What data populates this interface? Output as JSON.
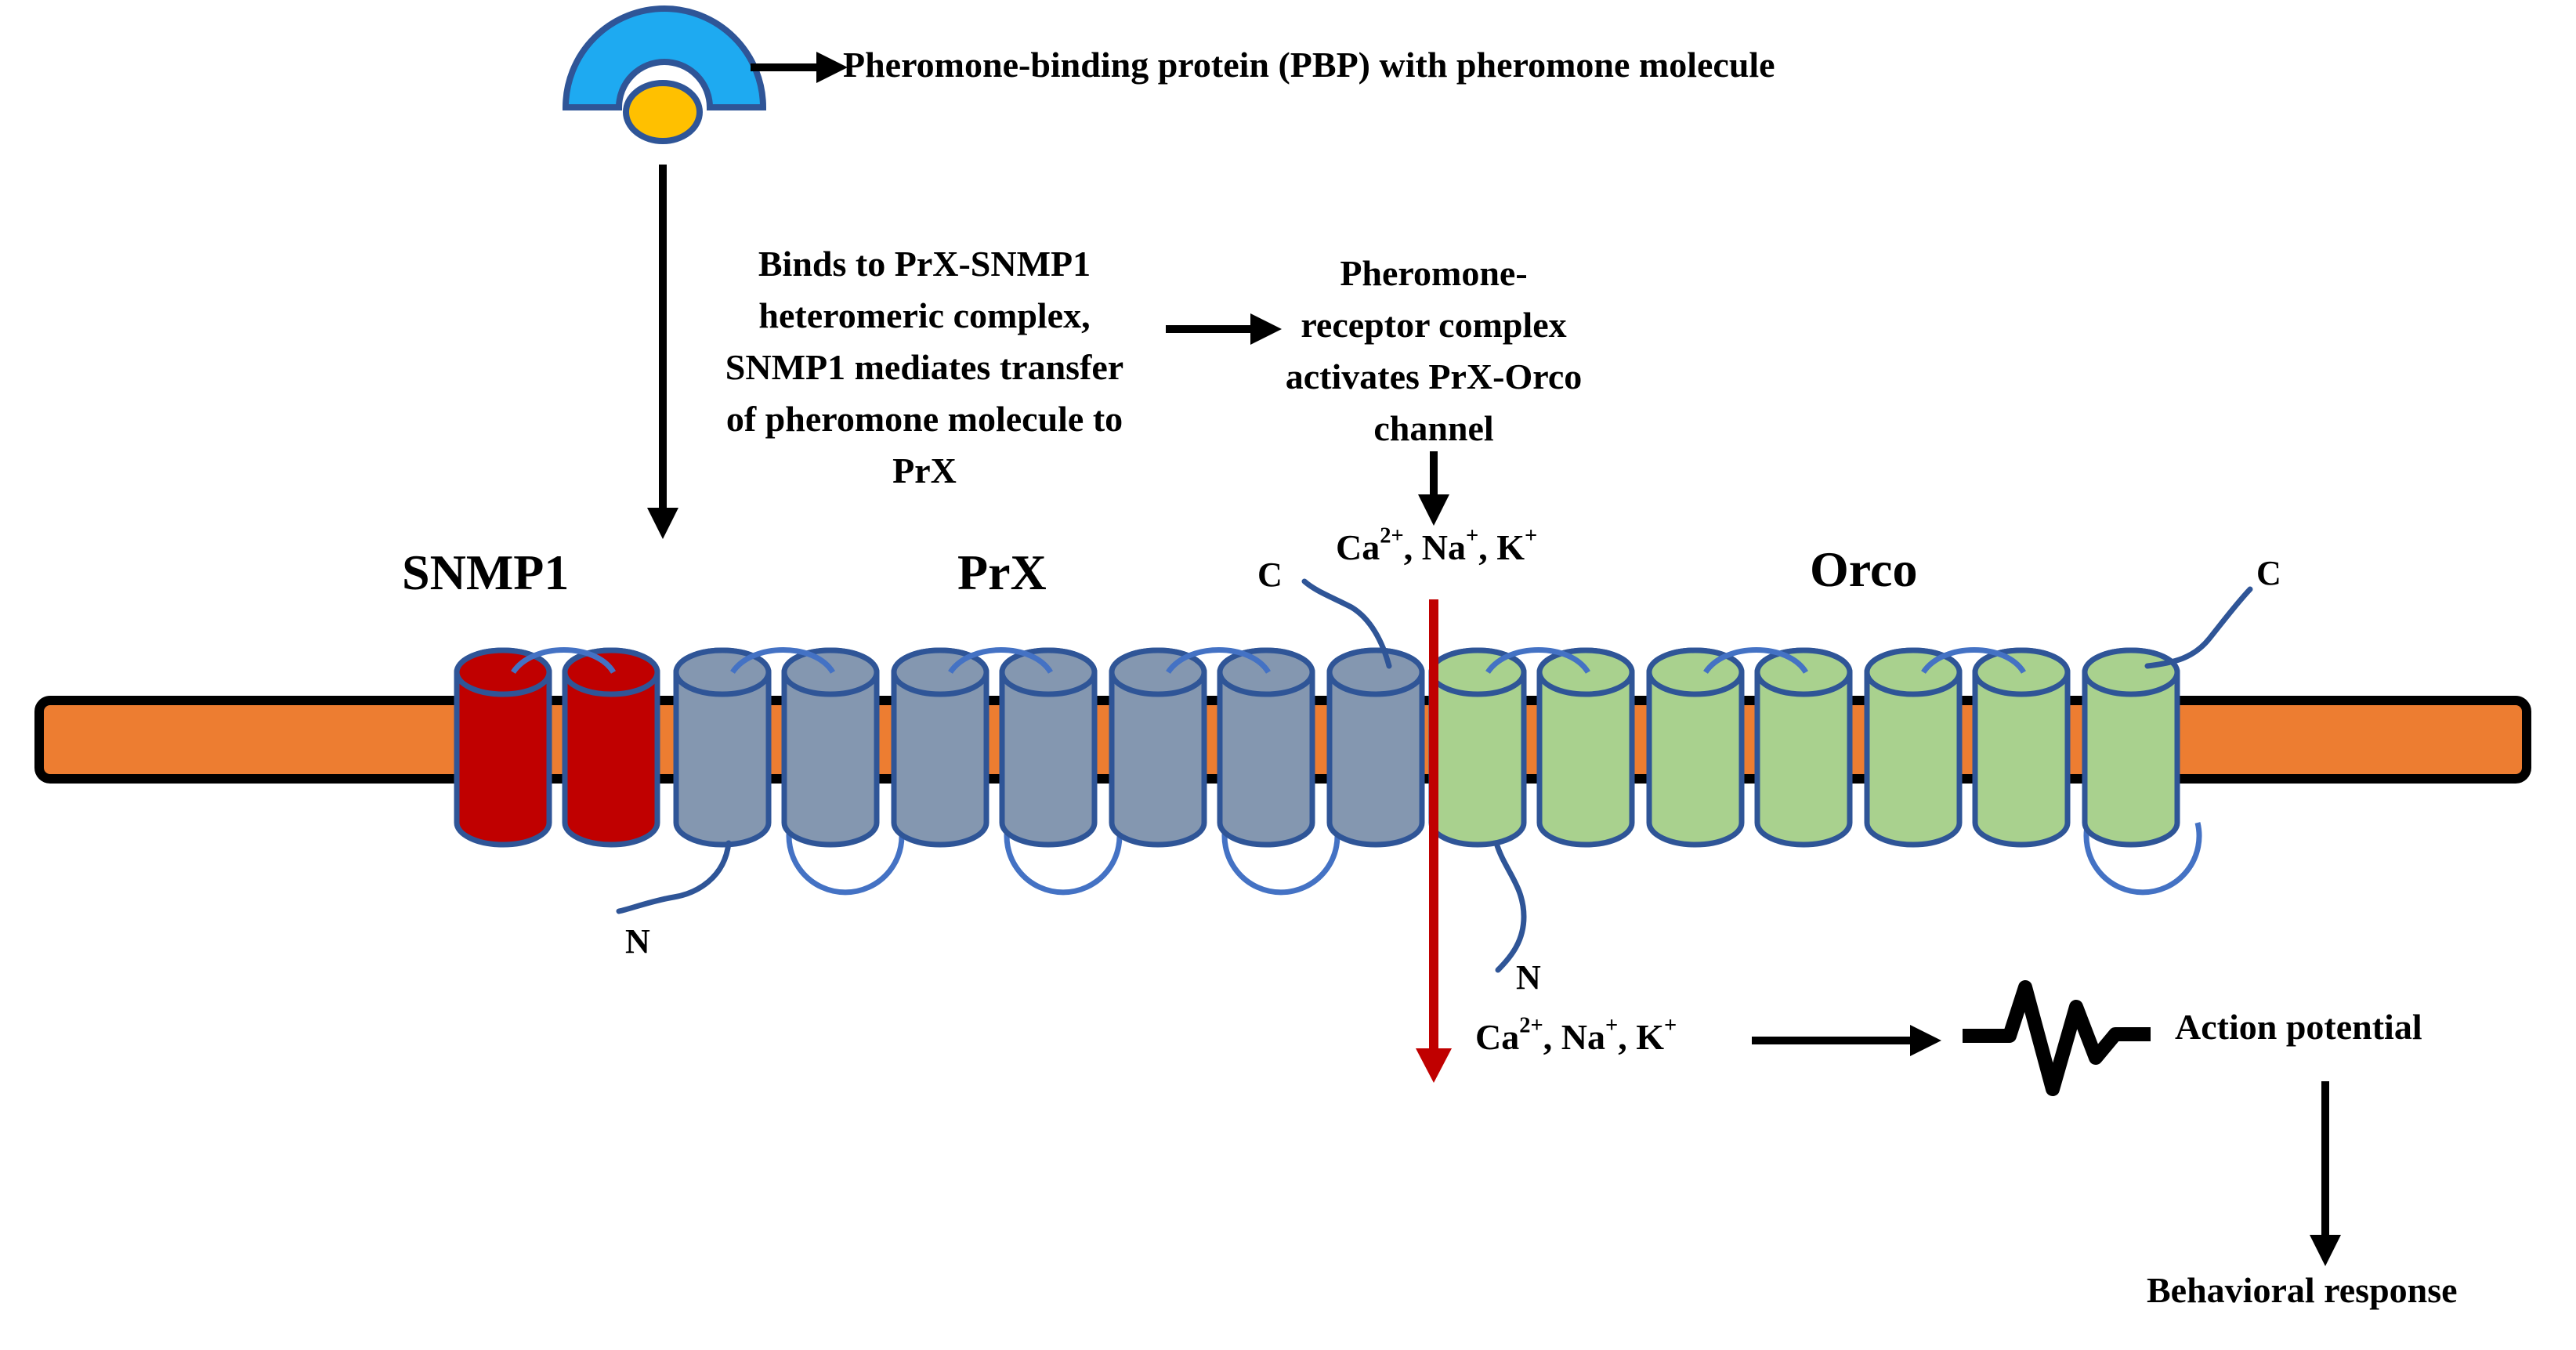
{
  "pbp_label": "Pheromone-binding protein (PBP) with pheromone molecule",
  "step1_lines": [
    "Binds to PrX-SNMP1",
    "heteromeric complex,",
    "SNMP1 mediates transfer",
    "of pheromone molecule to",
    "PrX"
  ],
  "step2_lines": [
    "Pheromone-",
    "receptor complex",
    "activates PrX-Orco",
    "channel"
  ],
  "protein_labels": {
    "snmp1": "SNMP1",
    "prx": "PrX",
    "orco": "Orco"
  },
  "terminus": {
    "n": "N",
    "c": "C"
  },
  "ions": {
    "ca": "Ca",
    "ca_charge": "2+",
    "na": "Na",
    "na_charge": "+",
    "k": "K",
    "k_charge": "+",
    "sep": ", "
  },
  "action_potential": "Action potential",
  "behavioral_response": "Behavioral response",
  "colors": {
    "membrane": "#ED7D31",
    "snmp1": "#C00000",
    "prx": "#8497B0",
    "orco": "#A9D18E",
    "outline": "#2F5597",
    "loop": "#4472C4",
    "pbp_outer": "#1EAAF1",
    "pbp_inner": "#FFC000",
    "ion_flow_arrow": "#C00000"
  }
}
